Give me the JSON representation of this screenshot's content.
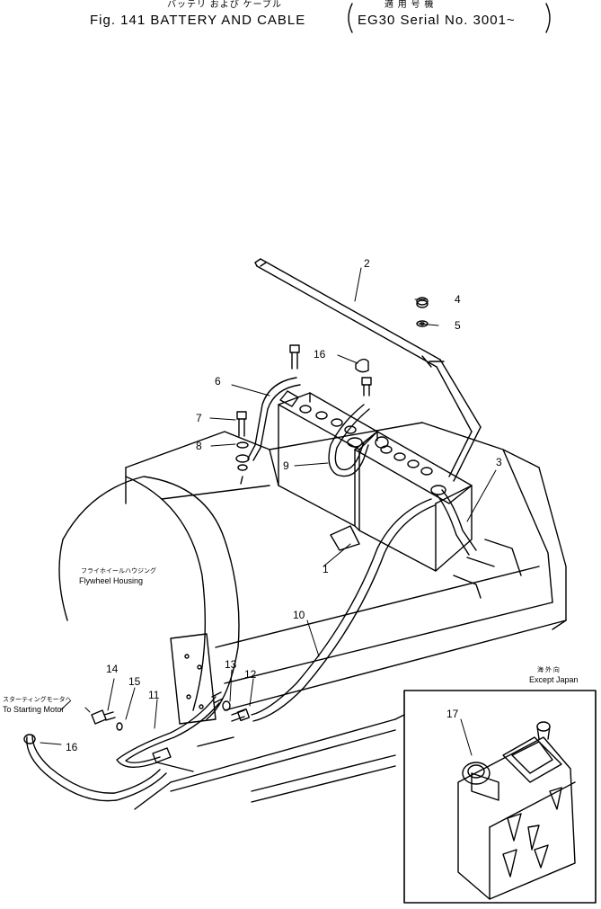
{
  "header": {
    "title_jp": "バッテリ および ケーブル",
    "title": "Fig. 141  BATTERY AND CABLE",
    "serial_jp": "適 用 号 機",
    "serial": "EG30 Serial No. 3001~"
  },
  "labels": {
    "flywheel_jp": "フライホイールハウジング",
    "flywheel": "Flywheel Housing",
    "starting_jp": "スターティングモータへ",
    "starting": "To Starting Motor",
    "except_jp": "海 外 向",
    "except": "Except Japan"
  },
  "callouts": [
    "2",
    "4",
    "5",
    "16",
    "6",
    "7",
    "8",
    "9",
    "3",
    "1",
    "10",
    "14",
    "13",
    "12",
    "15",
    "11",
    "16",
    "17"
  ]
}
